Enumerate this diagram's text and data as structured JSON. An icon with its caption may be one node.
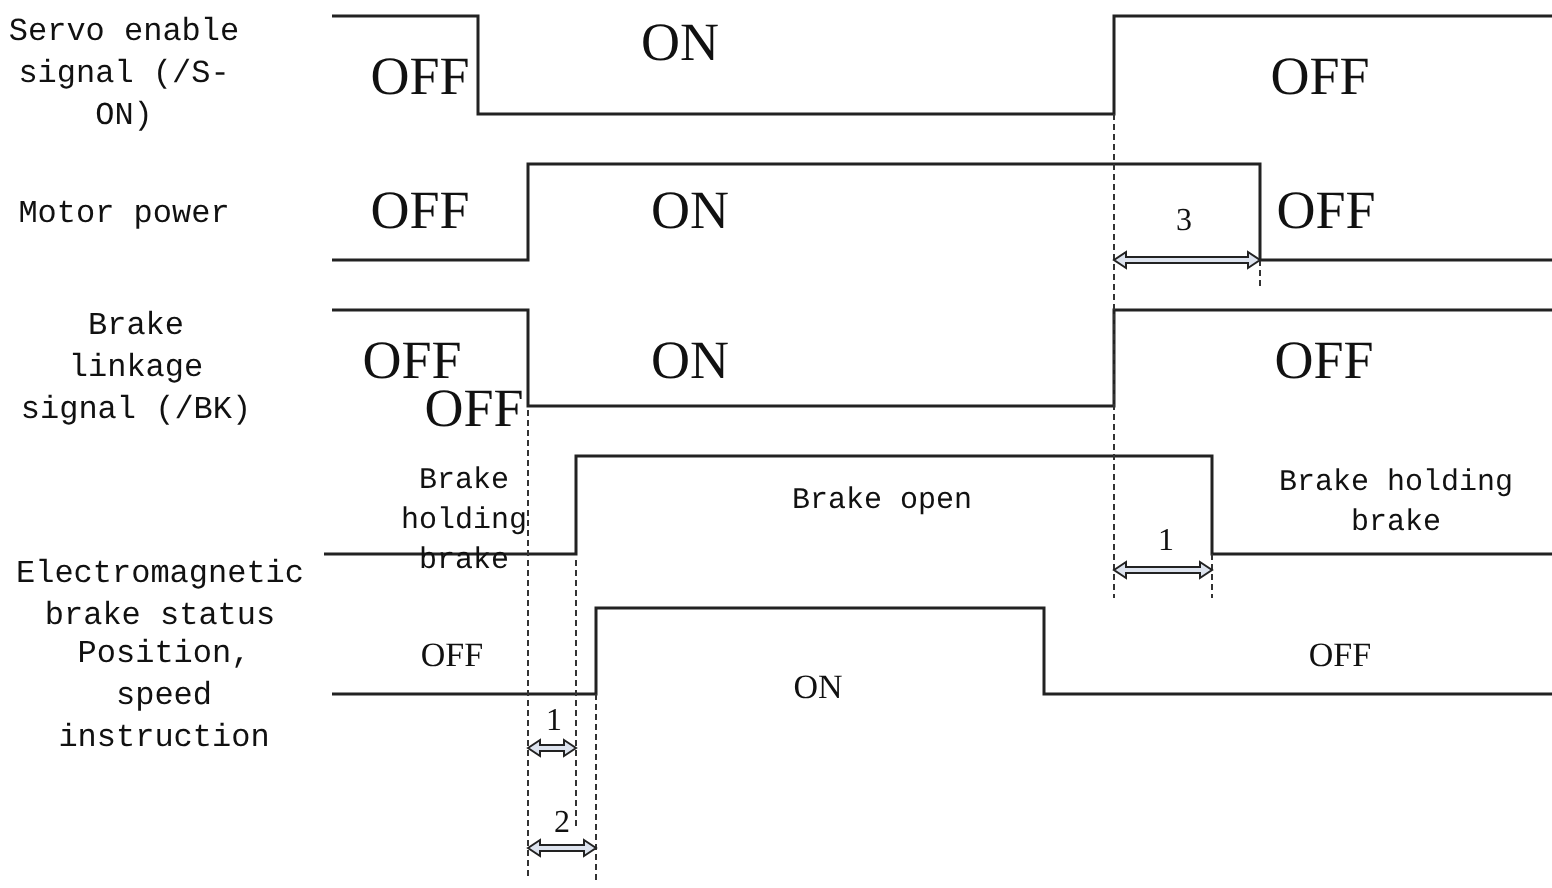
{
  "diagram": {
    "labels": [
      "Servo enable signal (/S-ON)",
      "OFF",
      "ON",
      "OFF",
      "Motor power",
      "OFF",
      "ON",
      "3",
      "OFF",
      "Brake linkage signal (/BK)",
      "OFF",
      "ON",
      "OFF",
      "OFF",
      "Brake holding brake",
      "Brake open",
      "Brake holding brake",
      "1",
      "Electromagnetic brake status",
      "OFF",
      "Position, speed instruction",
      "ON",
      "OFF",
      "1",
      "2"
    ]
  }
}
